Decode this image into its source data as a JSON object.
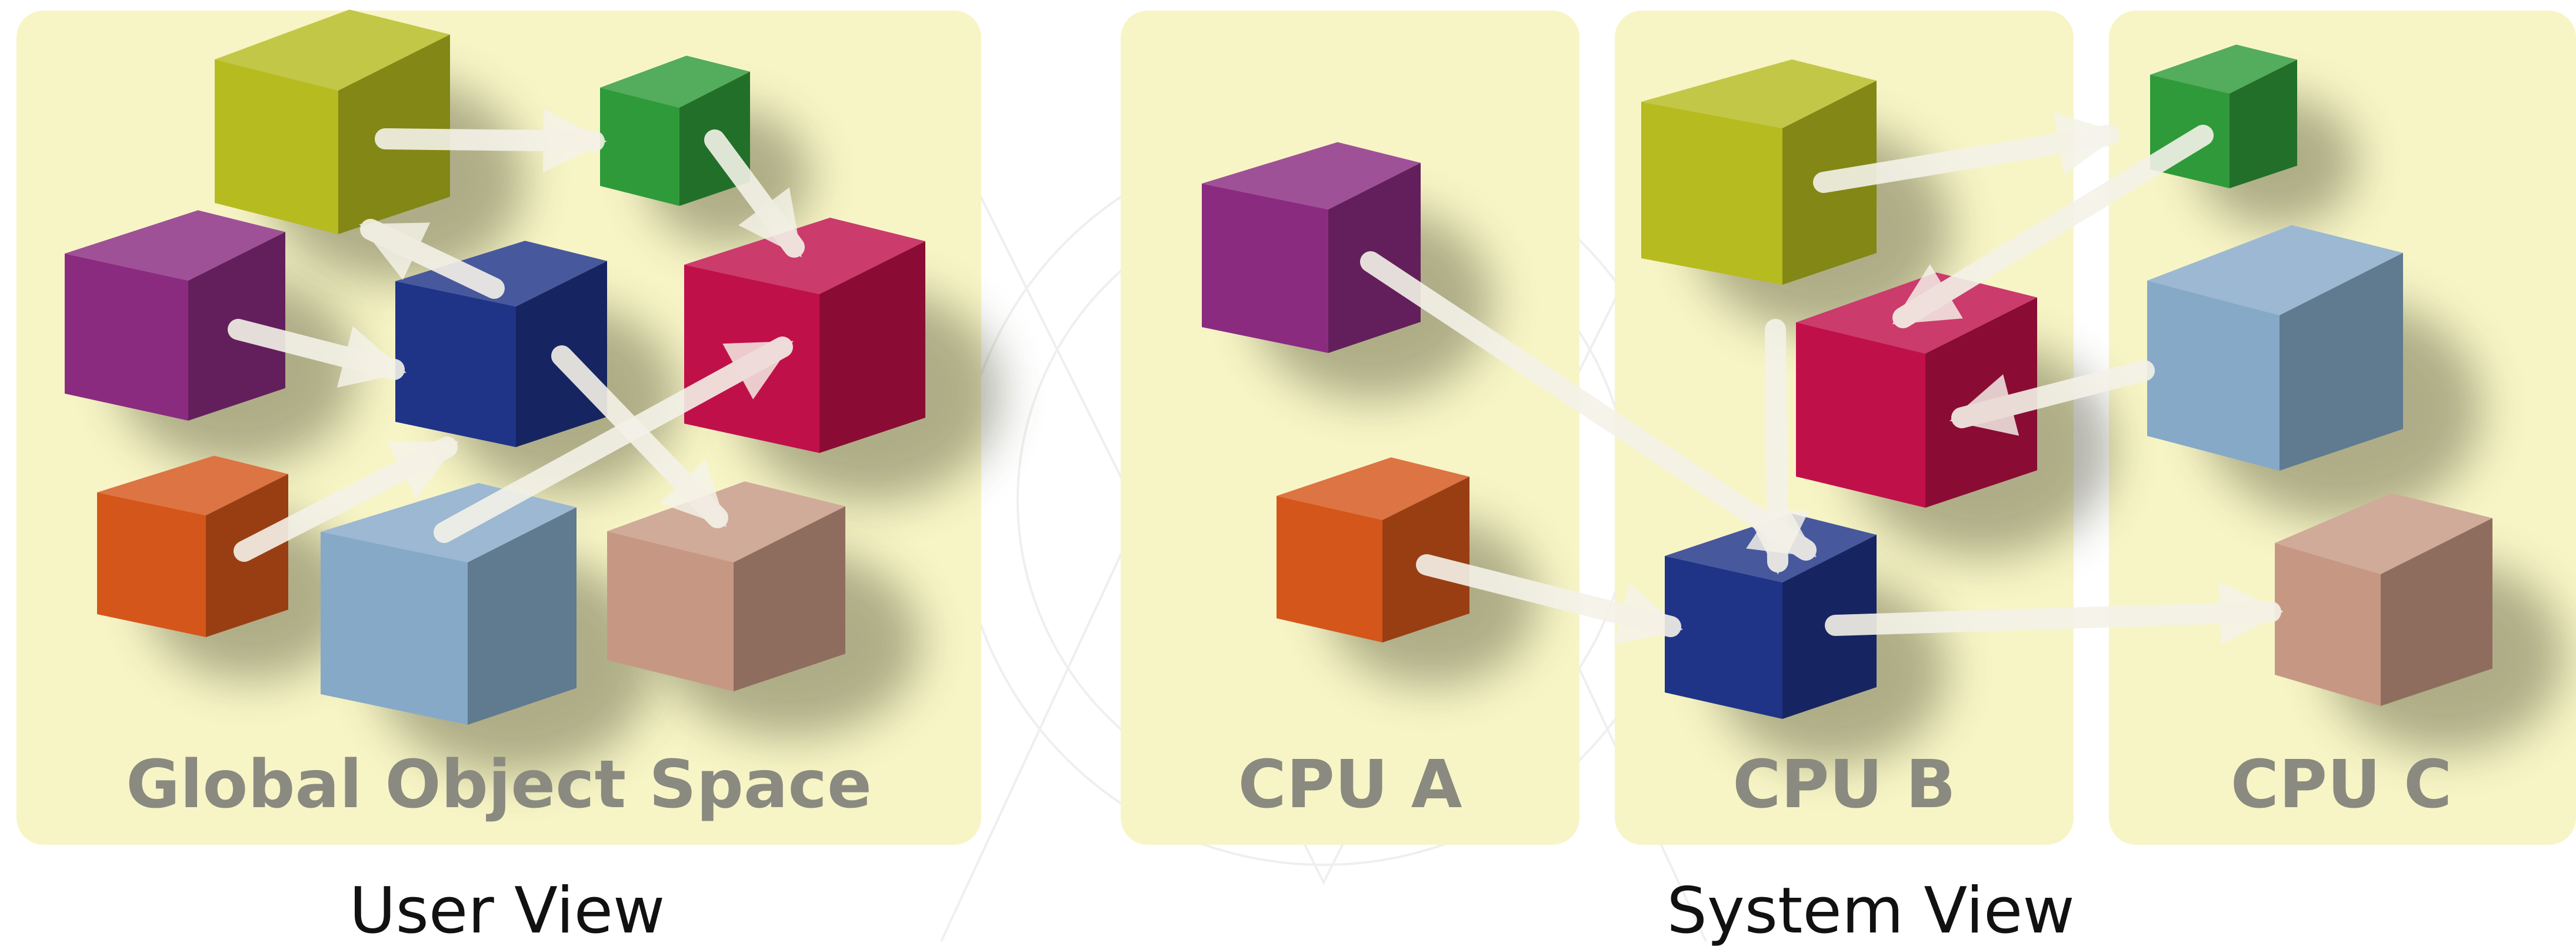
{
  "panels": {
    "global": {
      "title": "Global Object Space"
    },
    "cpu_a": {
      "title": "CPU A"
    },
    "cpu_b": {
      "title": "CPU B"
    },
    "cpu_c": {
      "title": "CPU C"
    }
  },
  "captions": {
    "user_view": "User View",
    "system_view": "System View"
  },
  "colors": {
    "panel_fill": "#f7f5c6",
    "arrow": "#f4f2e8",
    "olive": "#b6bb1f",
    "green": "#2f9a3a",
    "purple": "#8a2b80",
    "navy": "#1f3387",
    "crimson": "#c0104a",
    "orange": "#d5561a",
    "light_blue": "#86a9c8",
    "tan": "#c69883"
  },
  "objects": {
    "user_view": [
      "olive",
      "green",
      "purple",
      "navy",
      "crimson",
      "orange",
      "light_blue",
      "tan"
    ],
    "cpu_a": [
      "purple",
      "orange"
    ],
    "cpu_b": [
      "olive",
      "crimson",
      "navy"
    ],
    "cpu_c": [
      "green",
      "light_blue",
      "tan"
    ]
  }
}
